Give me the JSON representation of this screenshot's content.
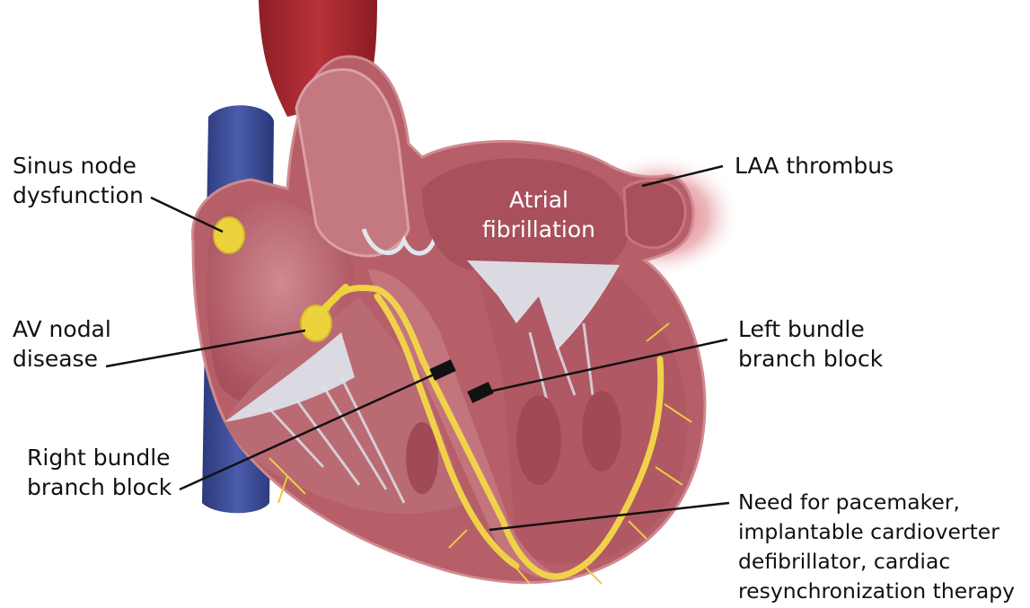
{
  "labels": {
    "sinus_node": [
      "Sinus node",
      "dysfunction"
    ],
    "av_nodal": [
      "AV nodal",
      "disease"
    ],
    "right_bundle": [
      "Right bundle",
      "branch block"
    ],
    "laa_thrombus": "LAA thrombus",
    "atrial_fibrillation": [
      "Atrial",
      "fibrillation"
    ],
    "left_bundle": [
      "Left bundle",
      "branch block"
    ],
    "pacemaker": [
      "Need for pacemaker,",
      "implantable cardioverter",
      "defibrillator, cardiac",
      "resynchronization therapy"
    ]
  },
  "colors": {
    "aorta": "#a3282f",
    "vena_cava": "#3a4c94",
    "myocardium": "#b5616a",
    "chamber": "#c97f88",
    "chamber_dark": "#9c4450",
    "valve": "#dfe6ee",
    "conduction": "#f0d24a",
    "node": "#ecd23c",
    "block": "#111111",
    "thrombus_glow": "#d24a5a"
  }
}
